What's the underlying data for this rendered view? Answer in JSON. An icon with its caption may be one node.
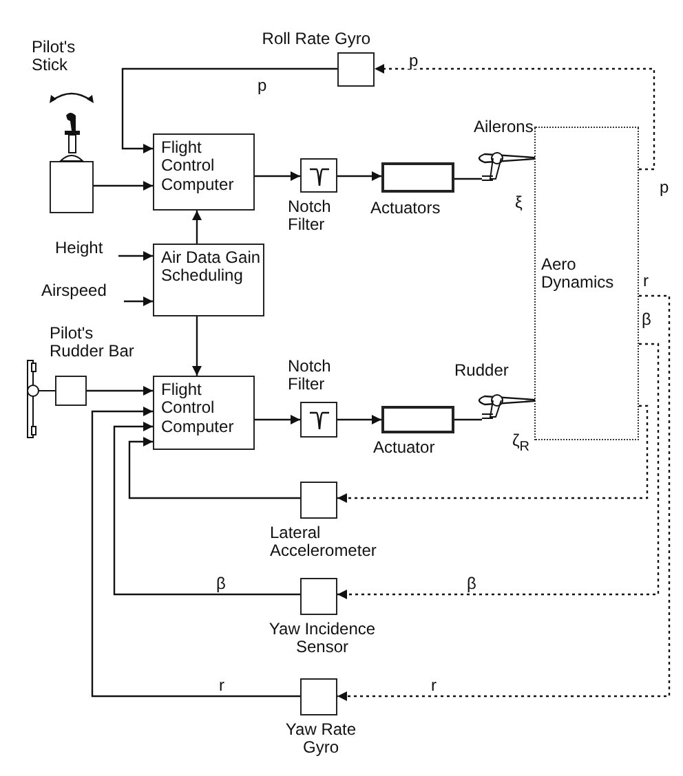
{
  "diagram": {
    "nodes": [
      {
        "text": [
          "Roll Rate Gyro"
        ]
      },
      {
        "text": [
          "Pilot's Stick"
        ]
      },
      {
        "text": [
          "Flight Control Computer"
        ]
      },
      {
        "text": [
          "Notch Filter"
        ]
      },
      {
        "text": [
          "Actuators"
        ]
      },
      {
        "text": [
          "Ailerons"
        ],
        "beside": [
          "ξ"
        ]
      },
      {
        "text": [
          "Aero Dynamics"
        ]
      },
      {
        "text": [
          "Height"
        ]
      },
      {
        "text": [
          "Air Data Gain Scheduling"
        ]
      },
      {
        "text": [
          "Airspeed"
        ]
      },
      {
        "text": [
          "Pilot's Rudder Bar"
        ]
      },
      {
        "text": [
          "Flight Control Computer"
        ]
      },
      {
        "text": [
          "Notch Filter"
        ]
      },
      {
        "text": [
          "Actuator"
        ]
      },
      {
        "text": [
          "Rudder"
        ],
        "beside": [
          "ζ$_{R}$"
        ]
      },
      {
        "text": [
          "Lateral Accelerometer"
        ]
      },
      {
        "text": [
          "Yaw Incidence Sensor"
        ]
      },
      {
        "text": [
          "Yaw Rate Gyro"
        ]
      }
    ],
    "edges": [
      {
        "from": 6,
        "to": 0,
        "arrow": "to",
        "label": "p",
        "style": "dashed"
      },
      {
        "from": 0,
        "to": 2,
        "arrow": "to",
        "label": "p"
      },
      {
        "from": 1,
        "to": 2,
        "arrow": "to"
      },
      {
        "from": 2,
        "to": 3,
        "arrow": "to"
      },
      {
        "from": 3,
        "to": 4,
        "arrow": "to"
      },
      {
        "from": 4,
        "to": 5,
        "arrow": "none"
      },
      {
        "from": 7,
        "to": 8,
        "arrow": "to"
      },
      {
        "from": 9,
        "to": 8,
        "arrow": "to"
      },
      {
        "from": 8,
        "to": 2,
        "arrow": "to"
      },
      {
        "from": 8,
        "to": 11,
        "arrow": "to"
      },
      {
        "from": 10,
        "to": 11,
        "arrow": "to"
      },
      {
        "from": 11,
        "to": 12,
        "arrow": "to"
      },
      {
        "from": 12,
        "to": 13,
        "arrow": "to"
      },
      {
        "from": 13,
        "to": 14,
        "arrow": "none"
      },
      {
        "from": 6,
        "to": 15,
        "arrow": "to",
        "style": "dashed"
      },
      {
        "from": 15,
        "to": 11,
        "arrow": "to"
      },
      {
        "from": 6,
        "to": 16,
        "arrow": "to",
        "label": "β",
        "style": "dashed"
      },
      {
        "from": 16,
        "to": 11,
        "arrow": "to",
        "label": "β"
      },
      {
        "from": 6,
        "to": 17,
        "arrow": "to",
        "label": "r",
        "style": "dashed"
      },
      {
        "from": 17,
        "to": 11,
        "arrow": "to",
        "label": "r"
      }
    ],
    "labels": [
      "p",
      "r",
      "β"
    ]
  }
}
